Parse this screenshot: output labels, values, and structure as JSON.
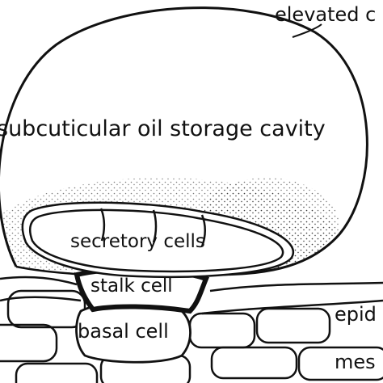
{
  "labels": {
    "elevated": "elevated c",
    "cavity": "subcuticular oil storage cavity",
    "secretory": "secretory cells",
    "stalk": "stalk cell",
    "basal": "basal cell",
    "epidermis": "epid",
    "mesophyll": "mes"
  },
  "colors": {
    "ink": "#111111",
    "background": "#ffffff"
  }
}
